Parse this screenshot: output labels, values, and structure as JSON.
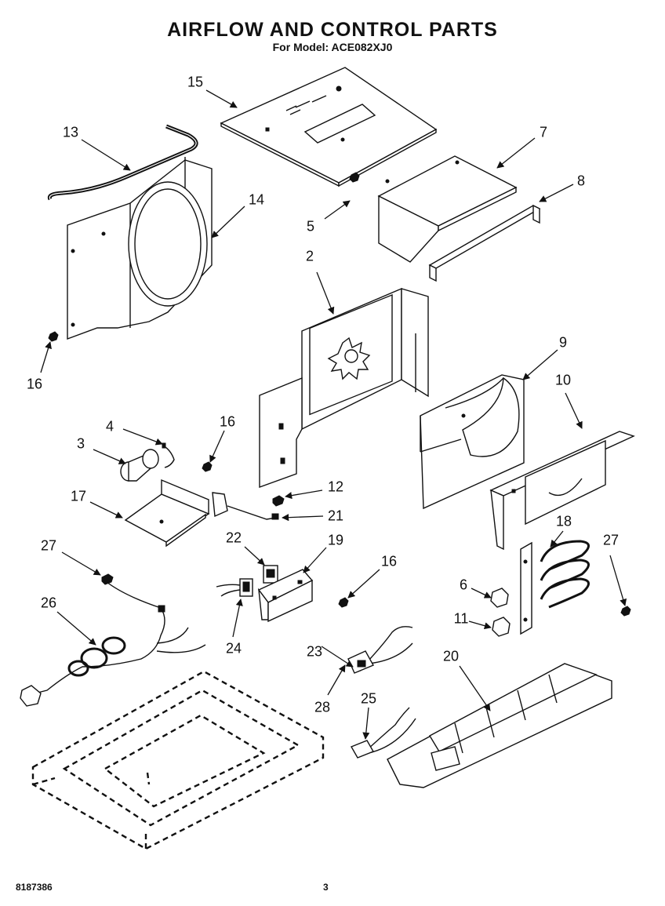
{
  "header": {
    "title": "AIRFLOW AND CONTROL PARTS",
    "subtitle": "For Model: ACE082XJ0"
  },
  "footer": {
    "doc_number": "8187386",
    "page_number": "3"
  },
  "callouts": [
    "15",
    "13",
    "7",
    "14",
    "8",
    "5",
    "2",
    "16",
    "9",
    "10",
    "4",
    "16",
    "3",
    "12",
    "17",
    "21",
    "22",
    "19",
    "27",
    "18",
    "27",
    "16",
    "6",
    "26",
    "24",
    "23",
    "11",
    "20",
    "28",
    "25"
  ]
}
